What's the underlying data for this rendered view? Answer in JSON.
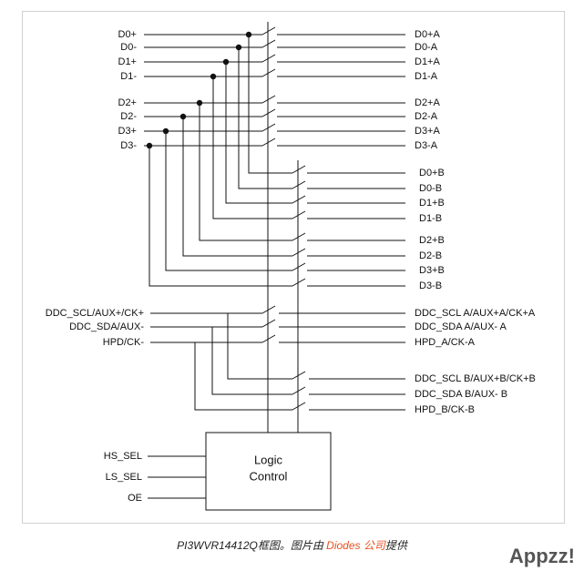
{
  "chip": {
    "left_inputs": [
      "D0+",
      "D0-",
      "D1+",
      "D1-",
      "D2+",
      "D2-",
      "D3+",
      "D3-"
    ],
    "port_a_outputs": [
      "D0+A",
      "D0-A",
      "D1+A",
      "D1-A",
      "D2+A",
      "D2-A",
      "D3+A",
      "D3-A"
    ],
    "port_b_outputs": [
      "D0+B",
      "D0-B",
      "D1+B",
      "D1-B",
      "D2+B",
      "D2-B",
      "D3+B",
      "D3-B"
    ],
    "aux_inputs": [
      "DDC_SCL/AUX+/CK+",
      "DDC_SDA/AUX-",
      "HPD/CK-"
    ],
    "aux_a_outputs": [
      "DDC_SCL A/AUX+A/CK+A",
      "DDC_SDA A/AUX- A",
      "HPD_A/CK-A"
    ],
    "aux_b_outputs": [
      "DDC_SCL B/AUX+B/CK+B",
      "DDC_SDA B/AUX- B",
      "HPD_B/CK-B"
    ],
    "control_inputs": [
      "HS_SEL",
      "LS_SEL",
      "OE"
    ],
    "logic_block": [
      "Logic",
      "Control"
    ]
  },
  "caption": {
    "prefix": "PI3WVR14412Q框图。图片由 ",
    "highlight": "Diodes 公司",
    "suffix": "提供"
  },
  "watermark": "Appzz!",
  "colors": {
    "line": "#111111",
    "caption_highlight": "#e8501f",
    "frame_border": "#d0d0d0"
  }
}
